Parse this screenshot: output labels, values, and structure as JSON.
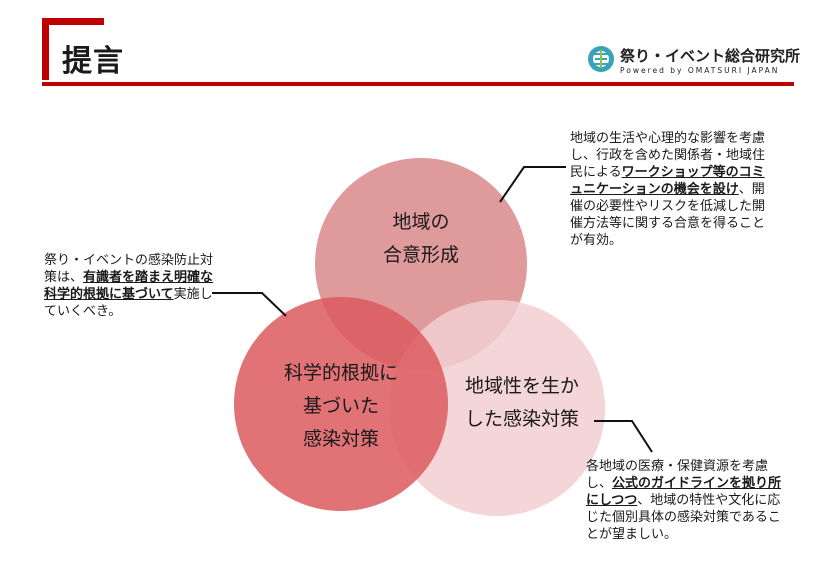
{
  "header": {
    "title": "提言",
    "org_name": "祭り・イベント総合研究所",
    "org_sub": "Powered by OMATSURI JAPAN",
    "accent": "#c00000"
  },
  "circles": {
    "top": {
      "line1": "地域の",
      "line2": "合意形成",
      "color": "#d9888b"
    },
    "left": {
      "line1": "科学的根拠に",
      "line2": "基づいた",
      "line3": "感染対策",
      "color": "#dc5a5f"
    },
    "right": {
      "line1": "地域性を生か",
      "line2": "した感染対策",
      "color": "#f2cfd1"
    }
  },
  "notes": {
    "left": {
      "p1": "祭り・イベントの感染防止対策は、",
      "b1": "有識者を踏まえ明確な科学的根拠に基づいて",
      "p2": "実施していくべき。"
    },
    "top_right": {
      "p1": "地域の生活や心理的な影響を考慮し、行政を含めた関係者・地域住民による",
      "b1": "ワークショップ等のコミュニケーションの機会を設け",
      "p2": "、開催の必要性やリスクを低減した開催方法等に関する合意を得ることが有効。"
    },
    "bottom_right": {
      "p1": "各地域の医療・保健資源を考慮し、",
      "b1": "公式のガイドラインを拠り所にしつつ",
      "p2": "、地域の特性や文化に応じた個別具体の感染対策であることが望ましい。"
    }
  }
}
